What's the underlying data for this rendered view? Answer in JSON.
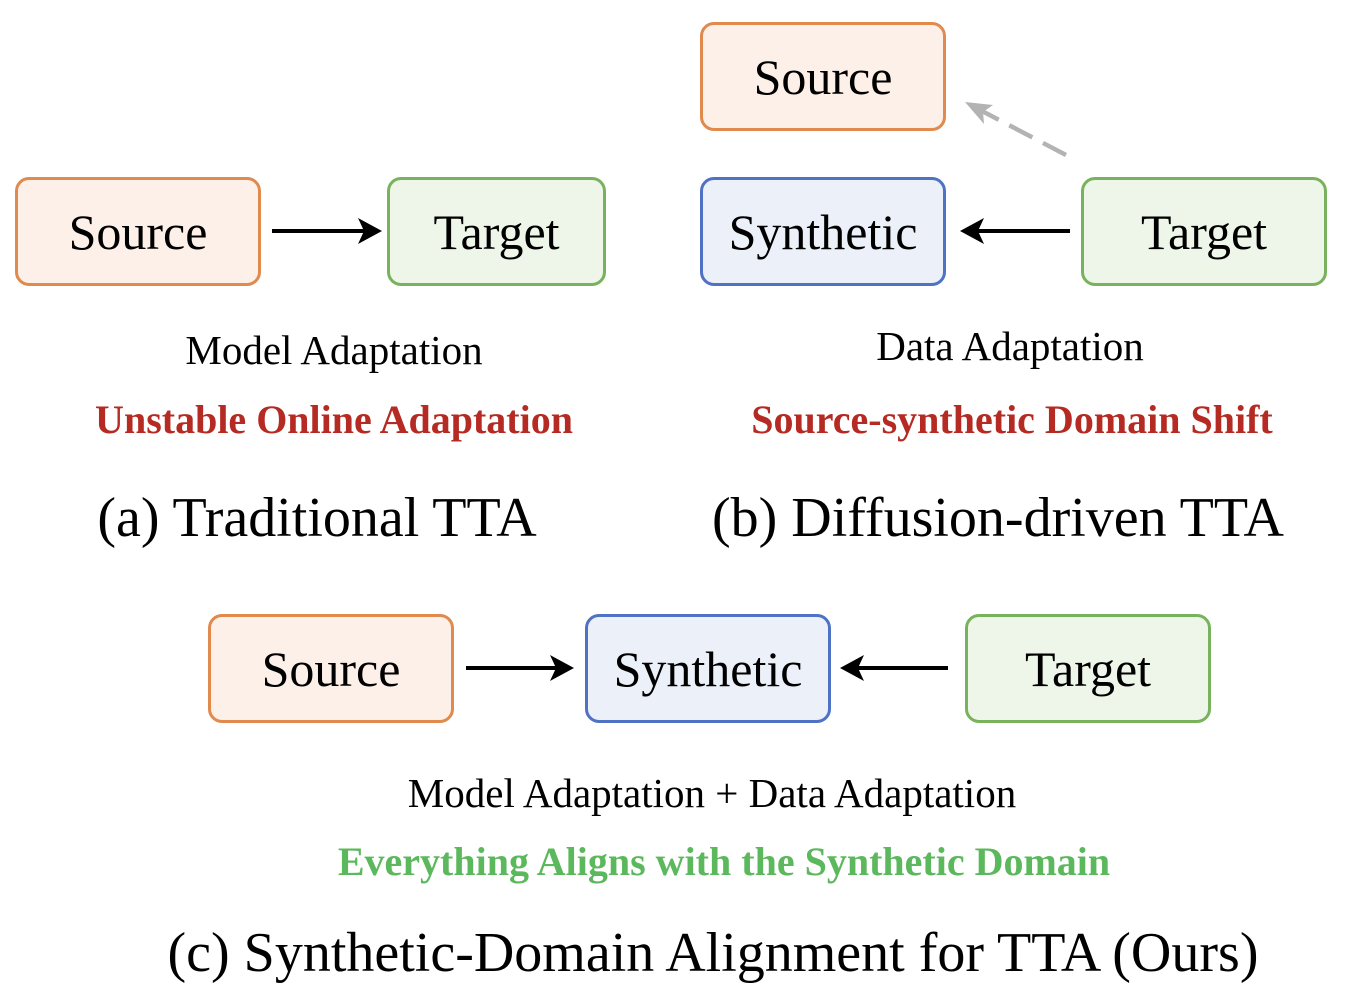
{
  "panel_a": {
    "source_label": "Source",
    "target_label": "Target",
    "subtitle": "Model Adaptation",
    "note": "Unstable Online Adaptation",
    "caption": "(a) Traditional TTA"
  },
  "panel_b": {
    "source_label": "Source",
    "synthetic_label": "Synthetic",
    "target_label": "Target",
    "subtitle": "Data Adaptation",
    "note": "Source-synthetic Domain Shift",
    "caption": "(b) Diffusion-driven TTA"
  },
  "panel_c": {
    "source_label": "Source",
    "synthetic_label": "Synthetic",
    "target_label": "Target",
    "subtitle": "Model Adaptation + Data Adaptation",
    "note": "Everything Aligns with the Synthetic Domain",
    "caption": "(c) Synthetic-Domain Alignment for TTA (Ours)"
  },
  "colors": {
    "source_border": "#e08a4e",
    "source_fill": "#fcf0e9",
    "synthetic_border": "#4f72c4",
    "synthetic_fill": "#ebf0f9",
    "target_border": "#78b25c",
    "target_fill": "#eef6e9",
    "problem_text": "#b52b23",
    "solution_text": "#5cb85c",
    "dashed_arrow": "#b3b3b3"
  }
}
